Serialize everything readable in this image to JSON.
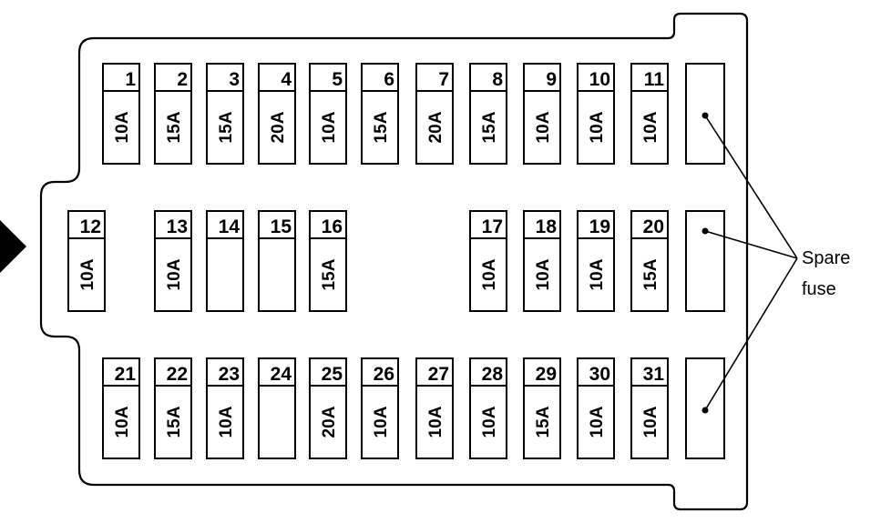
{
  "diagram": {
    "fuses": [
      {
        "number": "1",
        "rating": "10A"
      },
      {
        "number": "2",
        "rating": "15A"
      },
      {
        "number": "3",
        "rating": "15A"
      },
      {
        "number": "4",
        "rating": "20A"
      },
      {
        "number": "5",
        "rating": "10A"
      },
      {
        "number": "6",
        "rating": "15A"
      },
      {
        "number": "7",
        "rating": "20A"
      },
      {
        "number": "8",
        "rating": "15A"
      },
      {
        "number": "9",
        "rating": "10A"
      },
      {
        "number": "10",
        "rating": "10A"
      },
      {
        "number": "11",
        "rating": "10A"
      },
      {
        "number": "12",
        "rating": "10A"
      },
      {
        "number": "13",
        "rating": "10A"
      },
      {
        "number": "14",
        "rating": ""
      },
      {
        "number": "15",
        "rating": ""
      },
      {
        "number": "16",
        "rating": "15A"
      },
      {
        "number": "17",
        "rating": "10A"
      },
      {
        "number": "18",
        "rating": "10A"
      },
      {
        "number": "19",
        "rating": "10A"
      },
      {
        "number": "20",
        "rating": "15A"
      },
      {
        "number": "21",
        "rating": "10A"
      },
      {
        "number": "22",
        "rating": "15A"
      },
      {
        "number": "23",
        "rating": "10A"
      },
      {
        "number": "24",
        "rating": ""
      },
      {
        "number": "25",
        "rating": "20A"
      },
      {
        "number": "26",
        "rating": "10A"
      },
      {
        "number": "27",
        "rating": "10A"
      },
      {
        "number": "28",
        "rating": "10A"
      },
      {
        "number": "29",
        "rating": "15A"
      },
      {
        "number": "30",
        "rating": "10A"
      },
      {
        "number": "31",
        "rating": "10A"
      }
    ],
    "spare_fuse_count": 3,
    "callout": {
      "line1": "Spare",
      "line2": "fuse"
    }
  }
}
